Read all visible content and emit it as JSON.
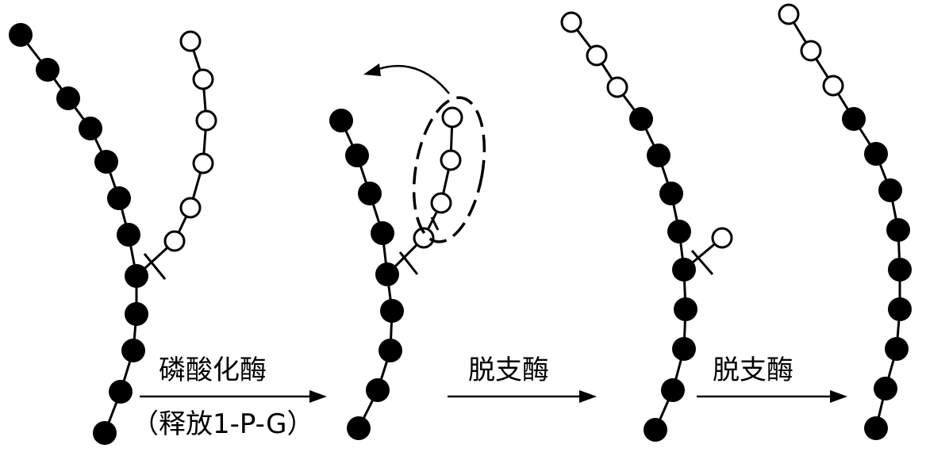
{
  "steps": [
    {
      "enzyme": "磷酸化酶",
      "note": "（释放1-P-G）"
    },
    {
      "enzyme": "脱支酶"
    },
    {
      "enzyme": "脱支酶"
    }
  ],
  "colors": {
    "filled": "#000000",
    "hollow": "#ffffff",
    "stroke": "#000000"
  }
}
